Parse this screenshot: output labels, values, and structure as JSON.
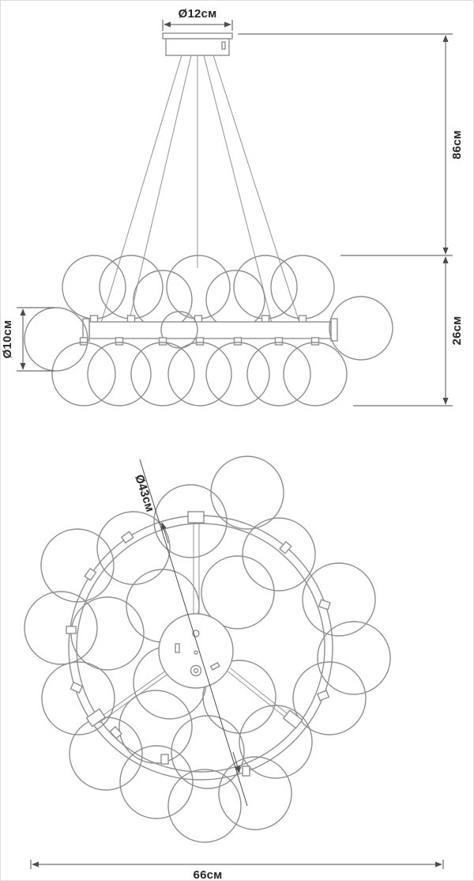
{
  "diagram": {
    "dimensions": {
      "canopy_diameter": "Ø12см",
      "suspension_height": "86см",
      "fixture_height": "26см",
      "sphere_diameter": "Ø10см",
      "ring_diameter": "Ø43см",
      "overall_width": "66см"
    },
    "colors": {
      "drawing_line": "#8e8e8e",
      "dimension_line": "#4d4d4d",
      "text": "#262626",
      "background": "#ffffff"
    }
  }
}
